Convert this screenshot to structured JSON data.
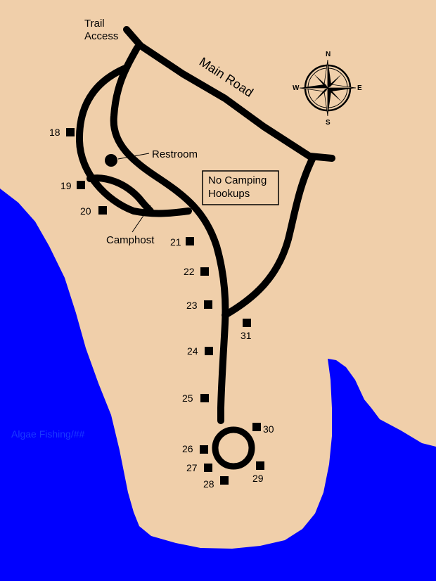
{
  "colors": {
    "water": "#0000ff",
    "land": "#f0cfaa",
    "road": "#000000"
  },
  "labels": {
    "trail_access_line1": "Trail",
    "trail_access_line2": "Access",
    "main_road": "Main Road",
    "restroom": "Restroom",
    "camphost": "Camphost",
    "no_camping_line1": "No Camping",
    "no_camping_line2": "Hookups",
    "watermark": "Algae Fishing/##"
  },
  "compass": {
    "n": "N",
    "s": "S",
    "e": "E",
    "w": "W",
    "icon": "compass-rose-icon"
  },
  "sites": [
    {
      "id": "18",
      "label": "18"
    },
    {
      "id": "19",
      "label": "19"
    },
    {
      "id": "20",
      "label": "20"
    },
    {
      "id": "21",
      "label": "21"
    },
    {
      "id": "22",
      "label": "22"
    },
    {
      "id": "23",
      "label": "23"
    },
    {
      "id": "24",
      "label": "24"
    },
    {
      "id": "25",
      "label": "25"
    },
    {
      "id": "26",
      "label": "26"
    },
    {
      "id": "27",
      "label": "27"
    },
    {
      "id": "28",
      "label": "28"
    },
    {
      "id": "29",
      "label": "29"
    },
    {
      "id": "30",
      "label": "30"
    },
    {
      "id": "31",
      "label": "31"
    }
  ]
}
